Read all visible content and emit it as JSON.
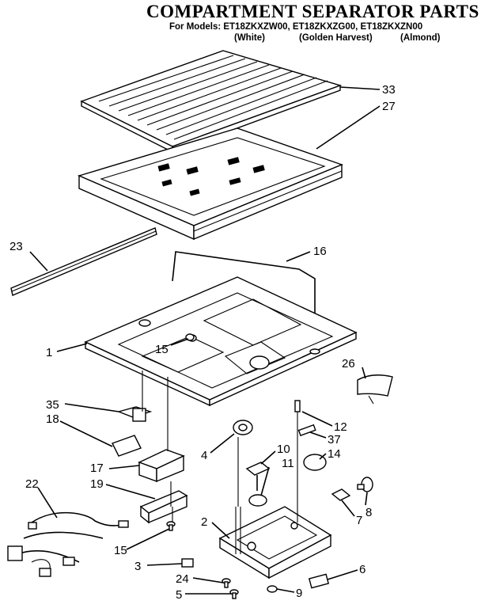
{
  "title": "COMPARTMENT SEPARATOR PARTS",
  "models_line": "For Models: ET18ZKXZW00, ET18ZKXZG00, ET18ZKXZN00",
  "colors": [
    "(White)",
    "(Golden Harvest)",
    "(Almond)"
  ],
  "callouts": {
    "c33": "33",
    "c27": "27",
    "c23": "23",
    "c16": "16",
    "c1": "1",
    "c15a": "15",
    "c26": "26",
    "c35": "35",
    "c18": "18",
    "c12": "12",
    "c37": "37",
    "c4": "4",
    "c10": "10",
    "c14": "14",
    "c11": "11",
    "c17": "17",
    "c19": "19",
    "c22": "22",
    "c8": "8",
    "c7": "7",
    "c2": "2",
    "c15b": "15",
    "c3": "3",
    "c6": "6",
    "c24": "24",
    "c5": "5",
    "c9": "9"
  }
}
